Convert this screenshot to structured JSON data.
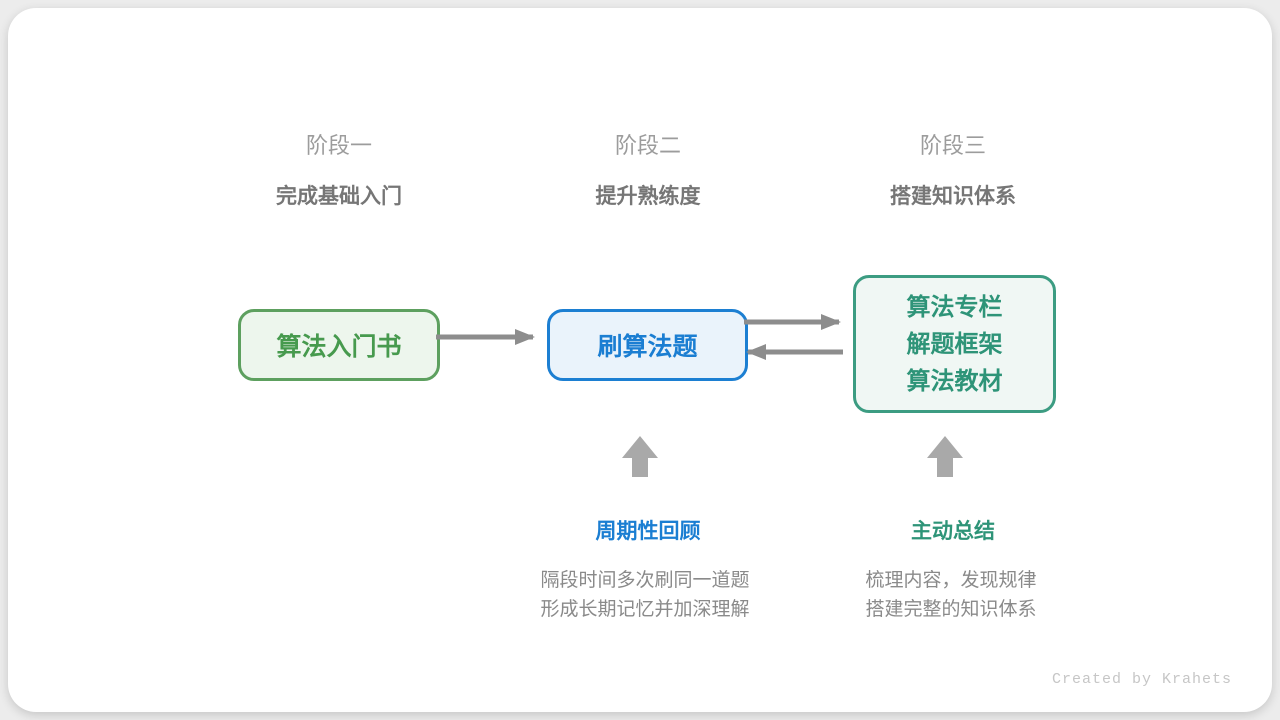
{
  "stages": [
    {
      "label": "阶段一",
      "subtitle": "完成基础入门"
    },
    {
      "label": "阶段二",
      "subtitle": "提升熟练度"
    },
    {
      "label": "阶段三",
      "subtitle": "搭建知识体系"
    }
  ],
  "flow": {
    "node1": "算法入门书",
    "node2": "刷算法题",
    "node3_lines": [
      "算法专栏",
      "解题框架",
      "算法教材"
    ]
  },
  "methods": [
    {
      "title": "周期性回顾",
      "lines": [
        "隔段时间多次刷同一道题",
        "形成长期记忆并加深理解"
      ]
    },
    {
      "title": "主动总结",
      "lines": [
        "梳理内容，发现规律",
        "搭建完整的知识体系"
      ]
    }
  ],
  "watermark": "Created by Krahets",
  "colors": {
    "page-bg": "#ececec",
    "card-bg": "#ffffff",
    "stage-label": "#9c9c9c",
    "stage-subtitle": "#767676",
    "green-border": "#5da05f",
    "green-bg": "#edf6ed",
    "green-text": "#479a4e",
    "blue-border": "#1c7fd2",
    "blue-bg": "#eaf3fb",
    "blue-text": "#1b7ed2",
    "teal-border": "#3c9c82",
    "teal-bg": "#f0f7f4",
    "teal-text": "#2e9478",
    "arrow": "#8d8d8d",
    "up-arrow": "#a9a9a9",
    "desc-text": "#8a8a8a",
    "watermark": "#c6c6c6"
  }
}
